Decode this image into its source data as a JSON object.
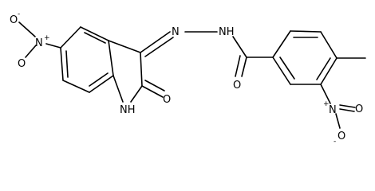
{
  "structure": {
    "atoms": {
      "nitro_left_o_top": "O",
      "nitro_left_o_top_charge": "-",
      "nitro_left_n": "N",
      "nitro_left_n_charge": "+",
      "nitro_left_o_bottom": "O",
      "hydrazone_n1": "N",
      "hydrazone_nh": "NH",
      "amide_o": "O",
      "methyl": "CH3 (implicit)",
      "indole_nh": "NH",
      "lactam_o": "O",
      "nitro_right_n": "N",
      "nitro_right_n_charge": "+",
      "nitro_right_o_top": "O",
      "nitro_right_o_bottom": "O",
      "nitro_right_o_bottom_charge": "-"
    }
  }
}
